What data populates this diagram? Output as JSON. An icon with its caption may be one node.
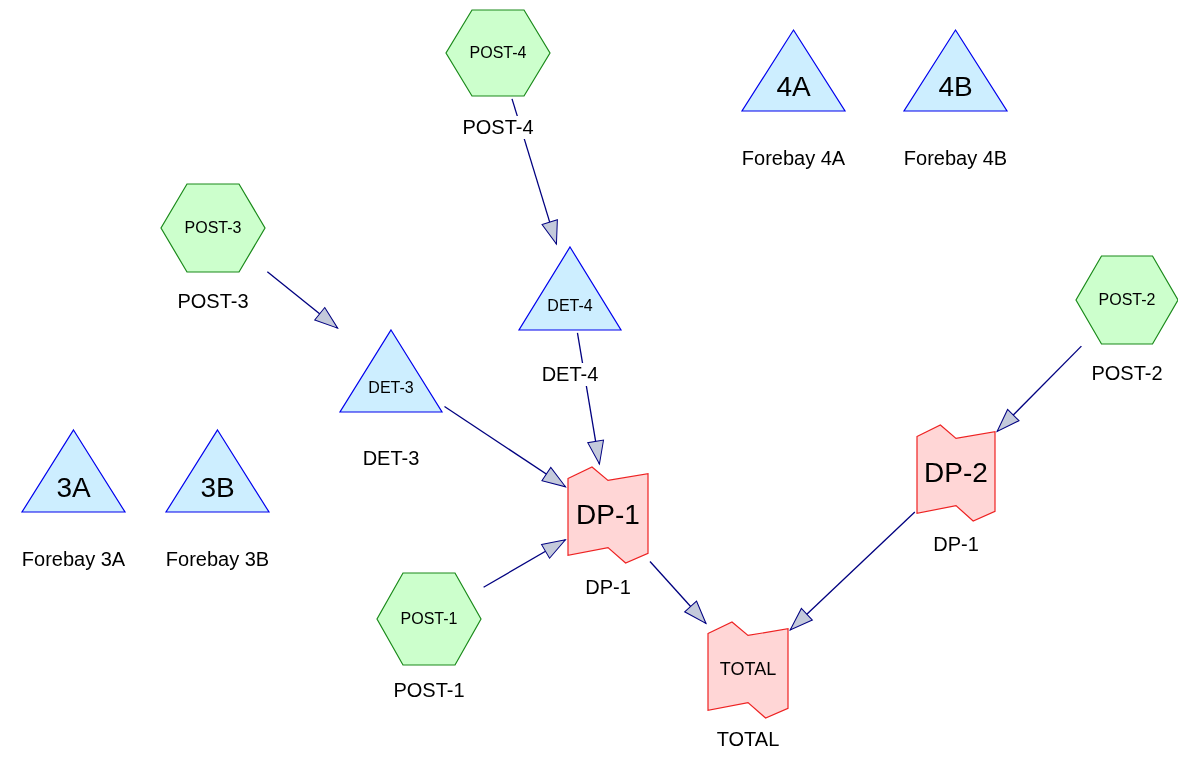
{
  "diagram": {
    "nodes": [
      {
        "text": [
          "POST-4"
        ],
        "beside": [
          "POST-4"
        ]
      },
      {
        "text": [
          "4A"
        ],
        "beside": [
          "Forebay 4A"
        ]
      },
      {
        "text": [
          "4B"
        ],
        "beside": [
          "Forebay 4B"
        ]
      },
      {
        "text": [
          "POST-3"
        ],
        "beside": [
          "POST-3"
        ]
      },
      {
        "text": [
          "DET-4"
        ],
        "beside": [
          "DET-4"
        ]
      },
      {
        "text": [
          "POST-2"
        ],
        "beside": [
          "POST-2"
        ]
      },
      {
        "text": [
          "DET-3"
        ],
        "beside": [
          "DET-3"
        ]
      },
      {
        "text": [
          "3A"
        ],
        "beside": [
          "Forebay 3A"
        ]
      },
      {
        "text": [
          "3B"
        ],
        "beside": [
          "Forebay 3B"
        ]
      },
      {
        "text": [
          "DP-2"
        ],
        "beside": [
          "DP-1"
        ]
      },
      {
        "text": [
          "DP-1"
        ],
        "beside": [
          "DP-1"
        ]
      },
      {
        "text": [
          "POST-1"
        ],
        "beside": [
          "POST-1"
        ]
      },
      {
        "text": [
          "TOTAL"
        ],
        "beside": [
          "TOTAL"
        ]
      }
    ],
    "edges": [
      {
        "from": 0,
        "to": 4,
        "arrow": "to"
      },
      {
        "from": 4,
        "to": 10,
        "arrow": "to"
      },
      {
        "from": 3,
        "to": 6,
        "arrow": "to"
      },
      {
        "from": 6,
        "to": 10,
        "arrow": "to"
      },
      {
        "from": 11,
        "to": 10,
        "arrow": "to"
      },
      {
        "from": 10,
        "to": 12,
        "arrow": "to"
      },
      {
        "from": 5,
        "to": 9,
        "arrow": "to"
      },
      {
        "from": 9,
        "to": 12,
        "arrow": "to"
      }
    ]
  }
}
